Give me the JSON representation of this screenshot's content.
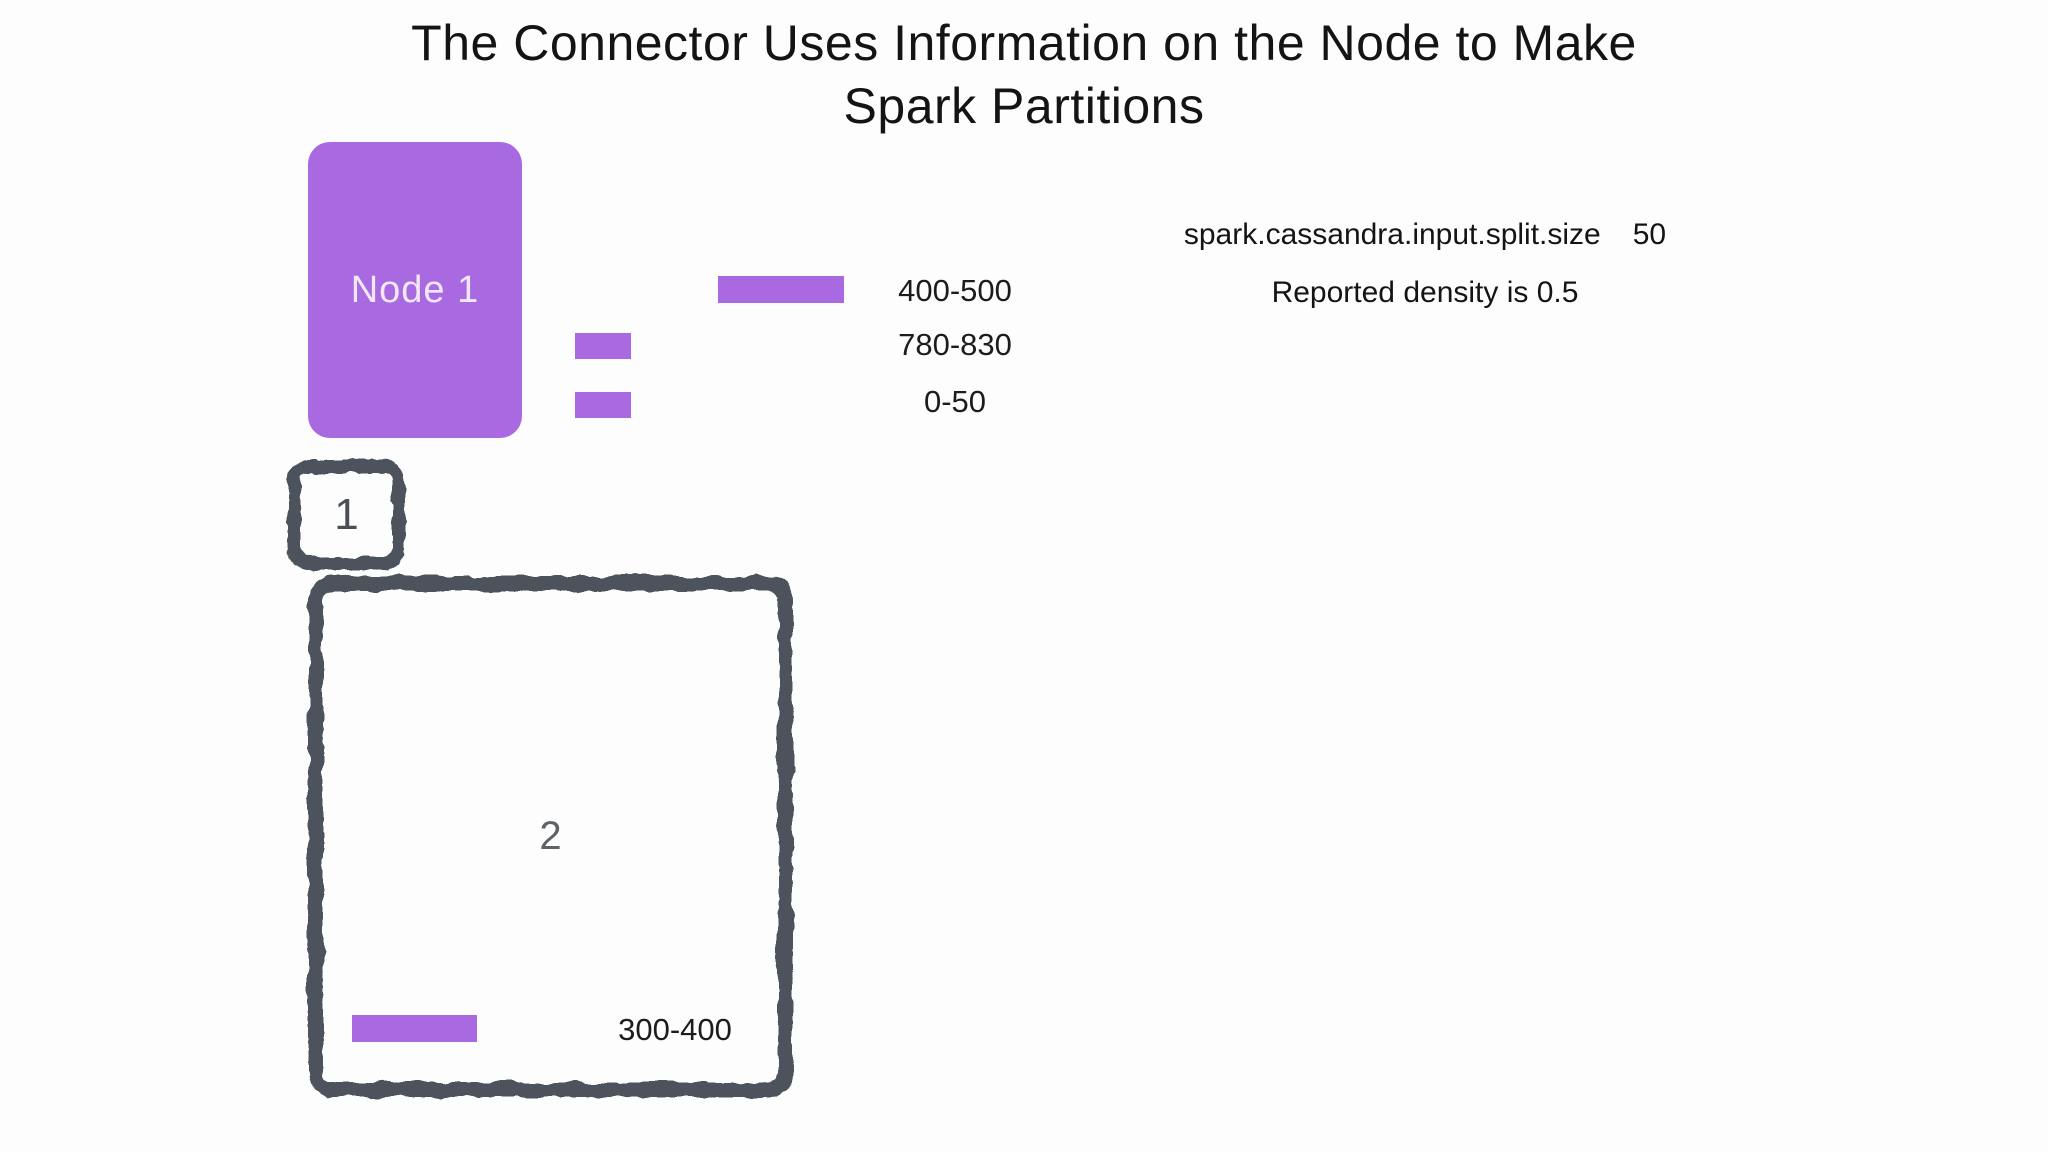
{
  "slide": {
    "title_line1": "The Connector Uses Information on the Node to Make",
    "title_line2": "Spark Partitions"
  },
  "node": {
    "label": "Node 1"
  },
  "token_ranges": [
    {
      "label": "400-500"
    },
    {
      "label": "780-830"
    },
    {
      "label": "0-50"
    }
  ],
  "config": {
    "key": "spark.cassandra.input.split.size",
    "value": "50",
    "density_note": "Reported density is 0.5"
  },
  "partitions": [
    {
      "number": "1"
    },
    {
      "number": "2",
      "range_label": "300-400"
    }
  ],
  "colors": {
    "purple": "#a96ae1",
    "slate": "#4d535c"
  }
}
